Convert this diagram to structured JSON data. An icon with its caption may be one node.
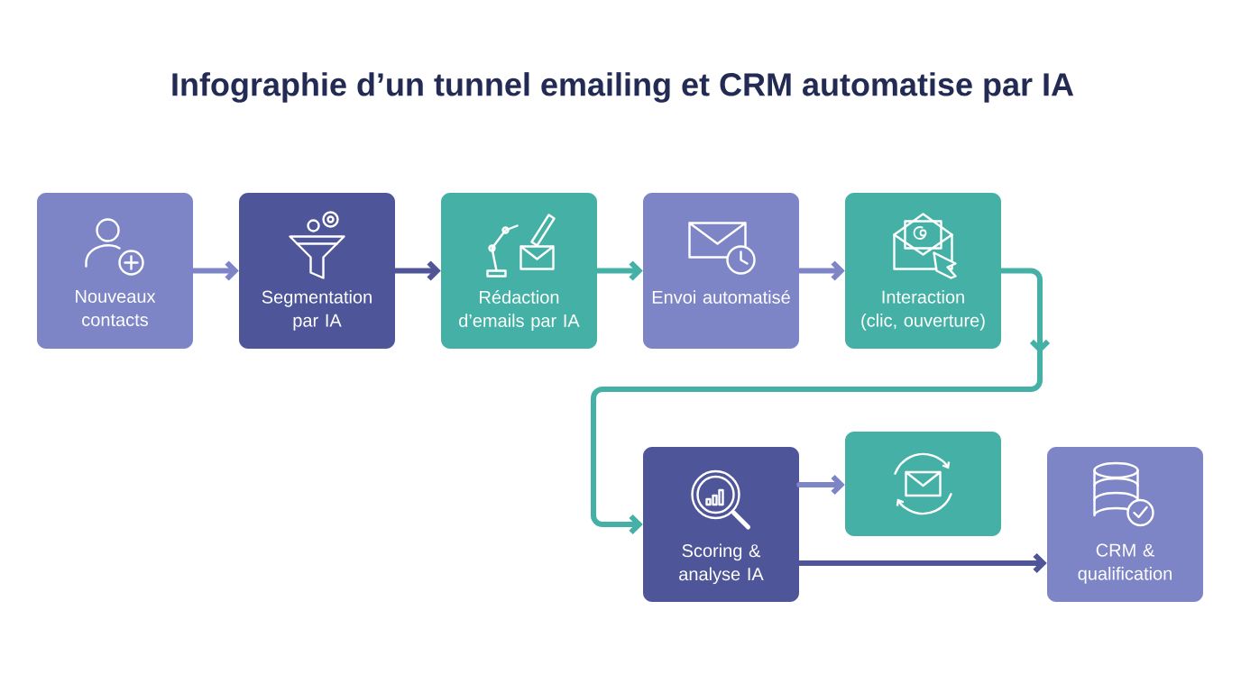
{
  "diagram": {
    "title": "Infographie d’un tunnel emailing et CRM automatise par IA",
    "nodes": [
      {
        "text": [
          "Nouveaux contacts"
        ]
      },
      {
        "text": [
          "Segmentation par IA"
        ]
      },
      {
        "text": [
          "Rédaction d’emails par IA"
        ]
      },
      {
        "text": [
          "Envoi automatisé"
        ]
      },
      {
        "text": [
          "Interaction (clic, ouverture)"
        ]
      },
      {
        "text": [
          "Scoring & analyse IA"
        ]
      },
      {
        "text": [],
        "shape": "box"
      },
      {
        "text": [
          "CRM & qualification"
        ]
      }
    ],
    "edges": [
      {
        "from": 0,
        "to": 1,
        "arrow": "to"
      },
      {
        "from": 1,
        "to": 2,
        "arrow": "to",
        "color": "#4f5596"
      },
      {
        "from": 2,
        "to": 3,
        "arrow": "to",
        "color": "#45b1a6"
      },
      {
        "from": 3,
        "to": 4,
        "arrow": "to"
      },
      {
        "from": 4,
        "to": 5,
        "arrow": "to",
        "color": "#45b1a6"
      },
      {
        "from": 5,
        "to": 6,
        "arrow": "to"
      },
      {
        "from": 5,
        "to": 7,
        "arrow": "to",
        "color": "#4f5596"
      }
    ]
  }
}
